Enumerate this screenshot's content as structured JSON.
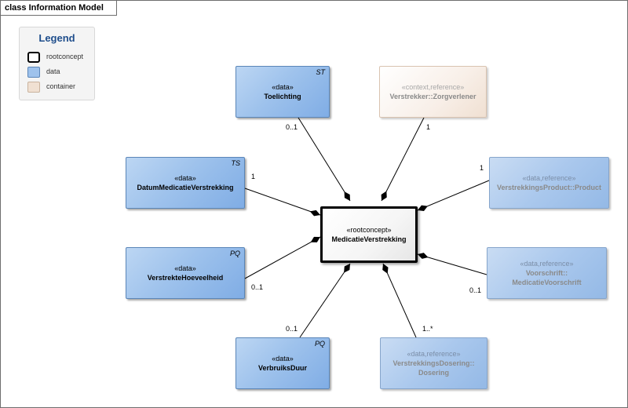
{
  "diagram": {
    "title": "class Information Model"
  },
  "legend": {
    "title": "Legend",
    "items": [
      {
        "label": "rootconcept",
        "kind": "root"
      },
      {
        "label": "data",
        "kind": "data"
      },
      {
        "label": "container",
        "kind": "container"
      }
    ]
  },
  "colors": {
    "data": "#9ec2ec",
    "container": "#f0e0d2",
    "root_border": "#000000",
    "reference_text": "#8a8a8a",
    "connector": "#000000"
  },
  "root": {
    "stereotype": "«rootconcept»",
    "name": "MedicatieVerstrekking"
  },
  "nodes": [
    {
      "id": "toelichting",
      "stereotype": "«data»",
      "name": "Toelichting",
      "datatype": "ST",
      "multiplicity": "0..1"
    },
    {
      "id": "zorgverlener",
      "stereotype": "«context,reference»",
      "name": "Verstrekker::Zorgverlener",
      "datatype": "",
      "multiplicity": "1"
    },
    {
      "id": "datum",
      "stereotype": "«data»",
      "name": "DatumMedicatieVerstrekking",
      "datatype": "TS",
      "multiplicity": "1"
    },
    {
      "id": "product",
      "stereotype": "«data,reference»",
      "name": "VerstrekkingsProduct::Product",
      "datatype": "",
      "multiplicity": "1"
    },
    {
      "id": "hoeveelheid",
      "stereotype": "«data»",
      "name": "VerstrekteHoeveelheid",
      "datatype": "PQ",
      "multiplicity": "0..1"
    },
    {
      "id": "voorschrift",
      "stereotype": "«data,reference»",
      "name_line1": "Voorschrift::",
      "name_line2": "MedicatieVoorschrift",
      "datatype": "",
      "multiplicity": "0..1"
    },
    {
      "id": "duur",
      "stereotype": "«data»",
      "name": "VerbruiksDuur",
      "datatype": "PQ",
      "multiplicity": "0..1"
    },
    {
      "id": "dosering",
      "stereotype": "«data,reference»",
      "name_line1": "VerstrekkingsDosering::",
      "name_line2": "Dosering",
      "datatype": "",
      "multiplicity": "1..*"
    }
  ]
}
